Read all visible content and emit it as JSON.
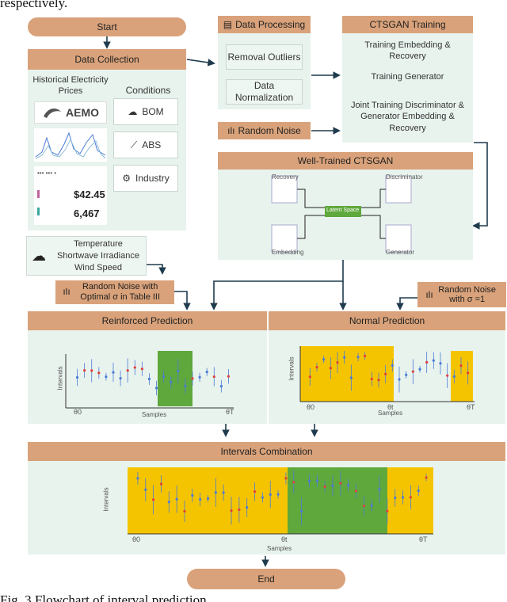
{
  "caption_top": "respectively.",
  "caption_bottom": "Fig. 3 Flowchart of interval prediction.",
  "start": "Start",
  "end": "End",
  "data_collection": {
    "header": "Data Collection",
    "historical_prices": "Historical Electricity Prices",
    "conditions": "Conditions",
    "aemo_logo": "AEMO",
    "cond_items": [
      "BOM",
      "ABS",
      "Industry"
    ],
    "price_value": "$42.45",
    "demand_value": "6,467"
  },
  "data_processing": {
    "header": "Data Processing",
    "items": [
      "Removal Outliers",
      "Data Normalization"
    ]
  },
  "random_noise": "Random Noise",
  "ctsgan_training": {
    "header": "CTSGAN Training",
    "steps": [
      "Training Embedding & Recovery",
      "Training Generator",
      "Joint Training Discriminator & Generator Embedding & Recovery"
    ]
  },
  "well_trained": {
    "header": "Well-Trained CTSGAN",
    "labels": [
      "Recovery",
      "Discriminator",
      "Latent Space",
      "Embedding",
      "Generator"
    ]
  },
  "weather": {
    "lines": [
      "Temperature",
      "Shortwave Irradiance",
      "Wind Speed"
    ]
  },
  "noise_optimal": "Random Noise with Optimal σ in Table III",
  "noise_unit": "Random Noise with σ =1",
  "reinforced": {
    "header": "Reinforced Prediction",
    "ylabel": "Intervals",
    "xlabel": "Samples",
    "x_start": "θ0",
    "x_end": "θT"
  },
  "normal": {
    "header": "Normal Prediction",
    "ylabel": "Intervals",
    "xlabel": "Samples",
    "x_start": "θ0",
    "x_mid": "θt",
    "x_end": "θT"
  },
  "combination": {
    "header": "Intervals Combination",
    "ylabel": "Intervals",
    "xlabel": "Samples",
    "x_start": "θ0",
    "x_mid": "θt",
    "x_end": "θT"
  },
  "colors": {
    "pill": "#d9a27a",
    "panel": "#e8f3ee",
    "yellow": "#f5c400",
    "green": "#5fa83c",
    "arrow": "#1f3b4d",
    "series_blue": "#4a7bd6",
    "series_red": "#e0403a"
  }
}
